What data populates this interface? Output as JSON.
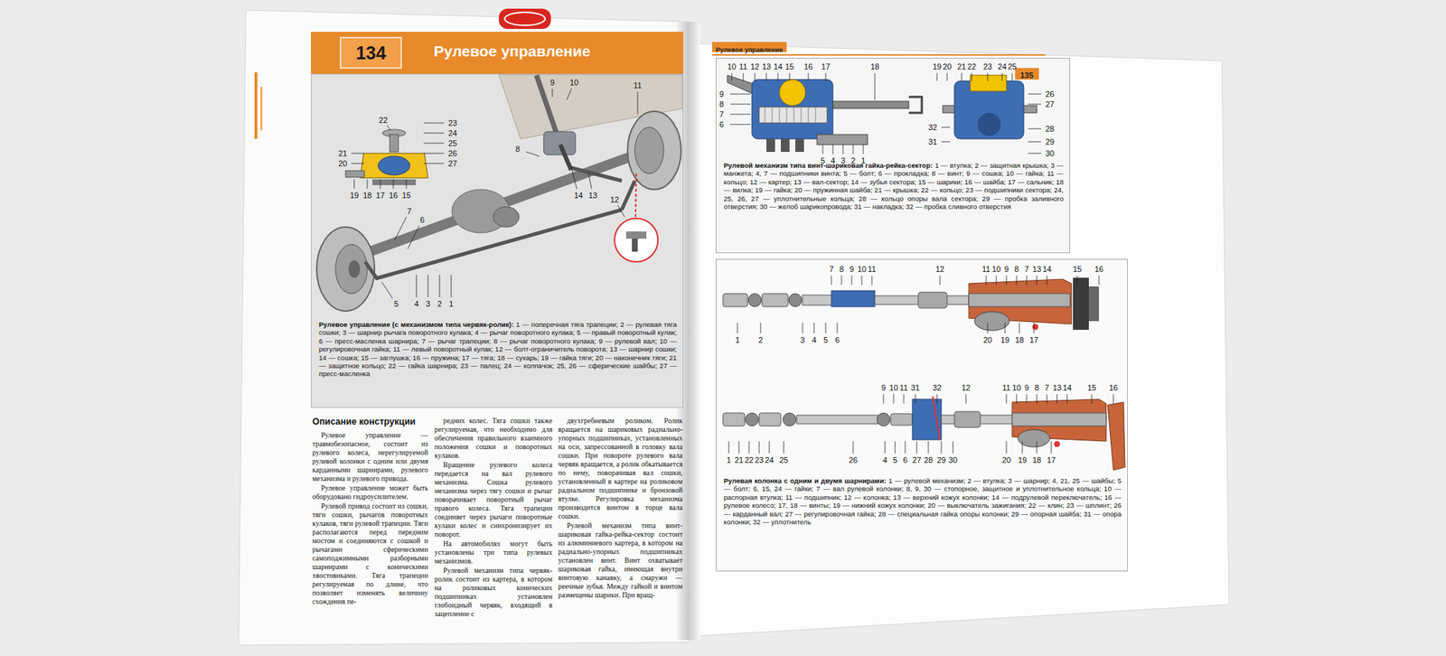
{
  "diagram": {
    "nodes": [
      {
        "text": [
          "Рулевое управление"
        ]
      },
      {
        "text": [
          "134"
        ],
        "in": 0
      },
      {
        "text": [
          "Рулевое управление (с механизмом типа червяк-ролик):",
          "1 — поперечная тяга трапеции; 2 — рулевая тяга сошки; 3 — шарнир рычага поворотного кулака; 4 — рычаг поворотного кулака; 5 — правый поворотный кулак; 6 — пресс-масленка шарнира; 7 — рычаг трапеции; 8 — рычаг поворотного кулака; 9 — рулевой вал; 10 — регулировочная гайка; 11 — левый поворотный кулак; 12 — болт-ограничитель поворота; 13 — шарнир сошки; 14 — сошка; 15 — заглушка; 16 — пружина; 17 — тяга; 18 — сухарь; 19 — гайка тяги; 20 — наконечник тяги; 21 — защитное кольцо; 22 — гайка шарнира; 23 — палец; 24 — колпачок; 25, 26 — сферические шайбы; 27 — пресс-масленка"
        ]
      },
      {
        "text": [
          "Рулевое управление"
        ]
      },
      {
        "text": [
          "135"
        ]
      },
      {
        "text": [
          "Рулевой механизм типа винт-шариковая гайка-рейка-сектор:",
          "1 — втулка; 2 — защитная крышка; 3 — манжета; 4, 7 — подшипники винта; 5 — болт; 6 — прокладка; 8 — винт; 9 — сошка; 10 — гайка; 11 — кольцо; 12 — картер; 13 — вал-сектор; 14 — зубья сектора; 15 — шарики; 16 — шайба; 17 — сальник; 18 — вилка; 19 — гайка; 20 — пружинная шайба; 21 — крышка; 22 — кольцо; 23 — подшипники сектора; 24, 25, 26, 27 — уплотнительные кольца; 28 — кольцо опоры вала сектора; 29 — пробка заливного отверстия; 30 — желоб шарикопровода; 31 — накладка; 32 — пробка сливного отверстия"
        ]
      },
      {
        "text": [
          "Рулевая колонка с одним и двумя шарнирами:",
          "1 — рулевой механизм; 2 — втулка; 3 — шарнир; 4, 21, 25 — шайбы; 5 — болт; 6, 15, 24 — гайки; 7 — вал рулевой колонки; 8, 9, 30 — стопорное, защитное и уплотнительное кольца; 10 — распорная втулка; 11 — подшипник; 12 — колонка; 13 — верхний кожух колонки; 14 — подрулевой переключатель; 16 — рулевое колесо; 17, 18 — винты; 19 — нижний кожух колонки; 20 — выключатель зажигания; 22 — клин; 23 — шплинт; 26 — карданный вал; 27 — регулировочная гайка; 28 — специальная гайка опоры колонки; 29 — опорная шайба; 31 — опора колонки; 32 — уплотнитель"
        ]
      }
    ],
    "labels": [
      "Описание конструкции",
      "Рулевое управление — травмобезопасное, состоит из рулевого колеса, нерегулируемой рулевой колонки с одним или двумя карданными шарнирами, рулевого механизма и рулевого привода.",
      "Рулевое управление может быть оборудовано гидроусилителем.",
      "Рулевой привод состоит из сошки, тяги сошки, рычагов поворотных кулаков, тяги рулевой трапеции. Тяги располагаются перед передним мостом и соединяются с сошкой и рычагами сферическими самоподжимными разборными шарнирами с коническими хвостовиками. Тяга трапеции регулируемая по длине, что позволяет изменять величину схождения пе-",
      "редних колес. Тяга сошки также регулируемая, что необходимо для обеспечения правильного взаимного положения сошки и поворотных кулаков.",
      "Вращение рулевого колеса передается на вал рулевого механизма. Сошка рулевого механизма через тягу сошки и рычаг поворачивает поворотный рычаг правого колеса. Тяга трапеции соединяет через рычаги поворотные кулаки колес и синхронизирует их поворот.",
      "На автомобилях могут быть установлены три типа рулевых механизмов.",
      "Рулевой механизм типа червяк-ролик состоит из картера, в котором на роликовых конических подшипниках установлен глобоидный червяк, входящий в зацепление с",
      "двухгребневым роликом. Ролик вращается на шариковых радиально-упорных подшипниках, установленных на оси, запрессованной в головку вала сошки. При повороте рулевого вала червяк вращается, а ролик обкатывается по нему, поворачивая вал сошки, установленный в картере на роликовом радиальном подшипнике и бронзовой втулке. Регулировка механизма производится винтом в торце вала сошки.",
      "Рулевой механизм типа винт-шариковая гайка-рейка-сектор состоит из алюминиевого картера, в котором на радиально-упорных подшипниках установлен винт. Винт охватывает шариковая гайка, имеющая внутри винтовую канавку, а снаружи — реечные зубья. Между гайкой и винтом размещены шарики. При вращ-",
      "22",
      "23",
      "24",
      "25",
      "26",
      "27",
      "21",
      "20",
      "19",
      "18",
      "17",
      "16",
      "15",
      "9",
      "10",
      "11",
      "8",
      "7",
      "6",
      "5",
      "4",
      "3",
      "2",
      "1",
      "14",
      "13",
      "12",
      "10",
      "11",
      "12",
      "13",
      "14",
      "15",
      "16",
      "17",
      "18",
      "9",
      "8",
      "7",
      "6",
      "5",
      "4",
      "3",
      "2",
      "1",
      "19",
      "20",
      "21",
      "22",
      "23",
      "24",
      "25",
      "26",
      "27",
      "28",
      "29",
      "30",
      "32",
      "31",
      "7",
      "8",
      "9",
      "10",
      "11",
      "12",
      "11",
      "10",
      "9",
      "8",
      "7",
      "13",
      "14",
      "15",
      "16",
      "1",
      "2",
      "3",
      "4",
      "5",
      "6",
      "20",
      "19",
      "18",
      "17",
      "9",
      "10",
      "11",
      "31",
      "32",
      "12",
      "11",
      "10",
      "9",
      "8",
      "7",
      "13",
      "14",
      "15",
      "16",
      "1",
      "21",
      "22",
      "23",
      "24",
      "25",
      "26",
      "4",
      "5",
      "6",
      "27",
      "28",
      "29",
      "30",
      "20",
      "19",
      "18",
      "17"
    ]
  }
}
